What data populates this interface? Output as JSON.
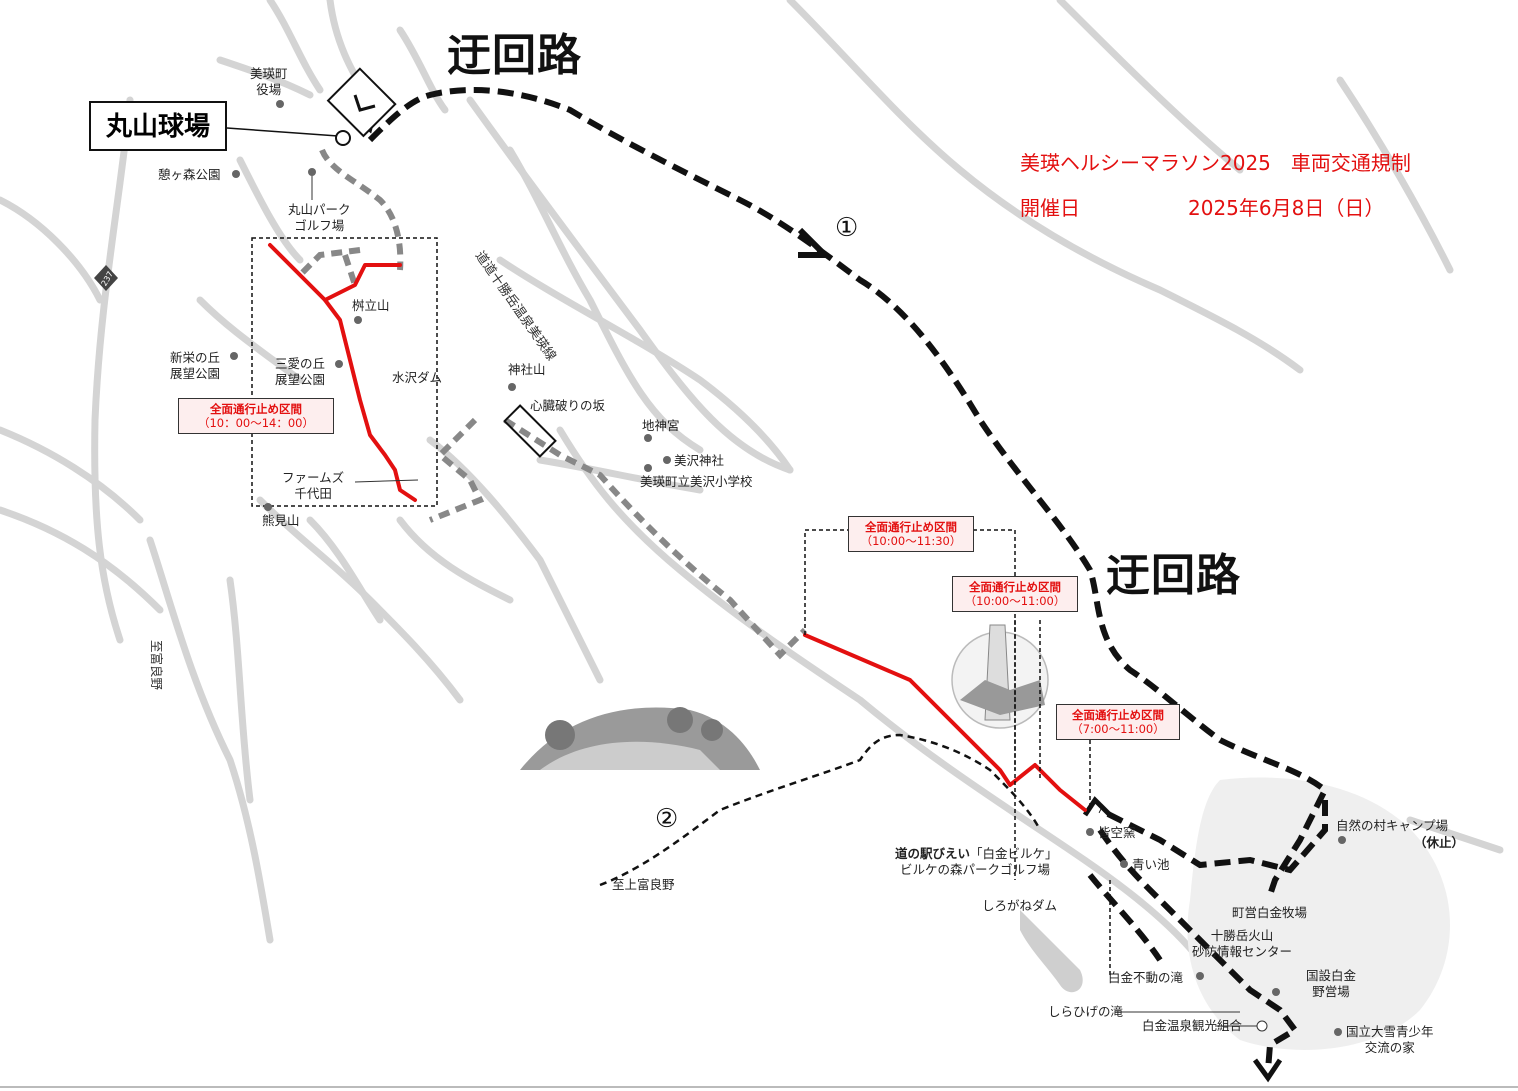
{
  "header": {
    "title": "美瑛ヘルシーマラソン2025　車両交通規制",
    "date_label": "開催日",
    "date_value": "2025年6月8日（日）"
  },
  "detour": {
    "label_top": "迂回路",
    "label_right": "迂回路",
    "route1_label": "①",
    "route2_label": "②"
  },
  "stadium": "丸山球場",
  "colors": {
    "closure": "#e31010",
    "course": "#888888",
    "detour": "#111111",
    "road": "#d4d4d4"
  },
  "closures": [
    {
      "title": "全面通行止め区間",
      "time": "（10：00～14：00）"
    },
    {
      "title": "全面通行止め区間",
      "time": "（10:00～11:30）"
    },
    {
      "title": "全面通行止め区間",
      "time": "（10:00～11:00）"
    },
    {
      "title": "全面通行止め区間",
      "time": "（7:00～11:00）"
    }
  ],
  "places": {
    "town_office": "美瑛町\n役場",
    "ikoi_park": "憩ヶ森公園",
    "maruyama_golf": "丸山パーク\nゴルフ場",
    "route237": "237",
    "shinei_park": "新栄の丘\n展望公園",
    "sanai_park": "三愛の丘\n展望公園",
    "masutateyama": "桝立山",
    "mizusawa_dam": "水沢ダム",
    "farms_chiyoda": "ファームズ\n千代田",
    "kumamiyama": "熊見山",
    "to_furano": "至富良野",
    "route_name": "道道十勝岳温泉美瑛線",
    "jinjayama": "神社山",
    "shinzo_slope": "心臓破りの坂",
    "chijingu": "地神宮",
    "misawa_shrine": "美沢神社",
    "misawa_school": "美瑛町立美沢小学校",
    "to_kamifurano": "至上富良野",
    "michi_no_eki_bold": "道の駅びえい",
    "michi_no_eki_rest": "「白金ビルケ」",
    "birke_golf": "ビルケの森パークゴルフ場",
    "minasorakama": "皆空窯",
    "aoiike": "青い池",
    "shirogane_dam": "しろがねダム",
    "camp": "自然の村キャンプ場",
    "camp_closed": "（休止）",
    "ranch": "町営白金牧場",
    "volcano_center": "十勝岳火山\n砂防情報センター",
    "fudo_falls": "白金不動の滝",
    "kokusetsu_camp": "国設白金\n野営場",
    "shirahige_falls": "しらひげの滝",
    "tourism_assoc": "白金温泉観光組合",
    "youth_house": "国立大雪青少年\n交流の家"
  }
}
